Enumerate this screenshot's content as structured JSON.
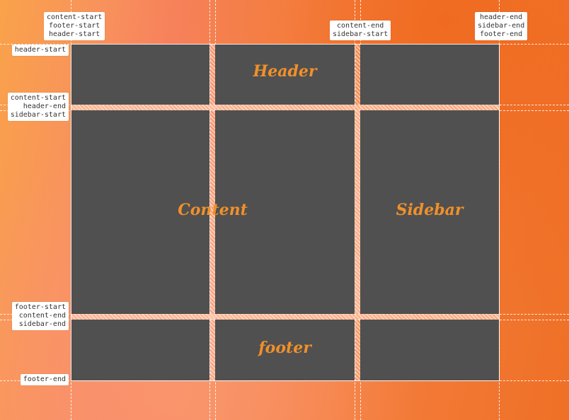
{
  "areas": {
    "header": "Header",
    "content": "Content",
    "sidebar": "Sidebar",
    "footer": "footer"
  },
  "line_labels": {
    "top_left": "content-start\nfooter-start\nheader-start",
    "top_middle": "content-end\nsidebar-start",
    "top_right": "header-end\nsidebar-end\nfooter-end",
    "row1": "header-start",
    "row2": "content-start\nheader-end\nsidebar-start",
    "row3": "footer-start\ncontent-end\nsidebar-end",
    "row4": "footer-end"
  },
  "colors": {
    "cell": "#505050",
    "area_text": "#f0902a",
    "gap": "#ffc8a8"
  }
}
